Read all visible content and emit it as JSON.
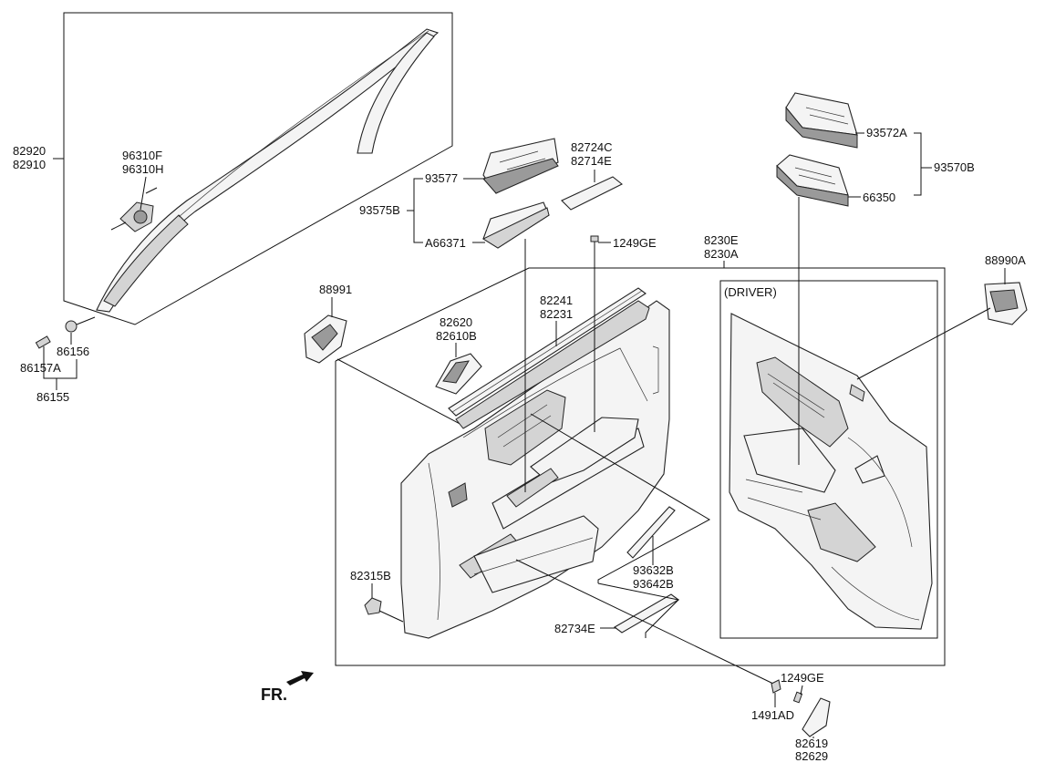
{
  "labels": {
    "p82920": "82920",
    "p82910": "82910",
    "p96310F": "96310F",
    "p96310H": "96310H",
    "p86156": "86156",
    "p86157A": "86157A",
    "p86155": "86155",
    "p93577": "93577",
    "p93575B": "93575B",
    "pA66371": "A66371",
    "p82724C": "82724C",
    "p82714E": "82714E",
    "p1249GE_top": "1249GE",
    "p93572A": "93572A",
    "p93570B": "93570B",
    "p66350": "66350",
    "p8230E": "8230E",
    "p8230A": "8230A",
    "p88990A": "88990A",
    "p88991": "88991",
    "p82241": "82241",
    "p82231": "82231",
    "p82620": "82620",
    "p82610B": "82610B",
    "p82315B": "82315B",
    "p93632B": "93632B",
    "p93642B": "93642B",
    "p82734E": "82734E",
    "p1249GE_bottom": "1249GE",
    "p1491AD": "1491AD",
    "p82619": "82619",
    "p82629": "82629",
    "driver": "(DRIVER)",
    "fr": "FR."
  },
  "colors": {
    "line": "#111111",
    "part_fill": "#f4f4f4",
    "part_dark": "#9a9a9a",
    "background": "#ffffff"
  },
  "icons": {
    "front_direction": "arrow-icon"
  }
}
